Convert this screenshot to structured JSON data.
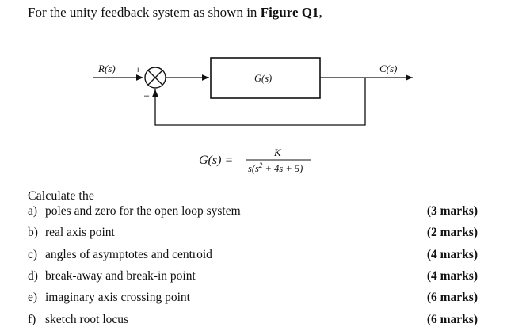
{
  "intro": {
    "prefix": "For the unity feedback system as shown in ",
    "figure_ref": "Figure Q1",
    "suffix": ","
  },
  "diagram": {
    "input_label": "R(s)",
    "output_label": "C(s)",
    "block_label": "G(s)",
    "plus_sign": "+",
    "minus_sign": "–"
  },
  "equation": {
    "lhs": "G(s) =",
    "numerator": "K",
    "denominator_pre": "s(s",
    "denominator_exp": "2",
    "denominator_post": " + 4s + 5)"
  },
  "calculate_label": "Calculate the",
  "questions": [
    {
      "letter": "a)",
      "text": "poles and zero for the open loop system",
      "marks": "(3 marks)"
    },
    {
      "letter": "b)",
      "text": "real axis point",
      "marks": "(2 marks)"
    },
    {
      "letter": "c)",
      "text": "angles of asymptotes and centroid",
      "marks": "(4 marks)"
    },
    {
      "letter": "d)",
      "text": "break-away and break-in point",
      "marks": "(4 marks)"
    },
    {
      "letter": "e)",
      "text": "imaginary axis crossing point",
      "marks": "(6 marks)"
    },
    {
      "letter": "f)",
      "text": "sketch root locus",
      "marks": "(6 marks)"
    }
  ]
}
